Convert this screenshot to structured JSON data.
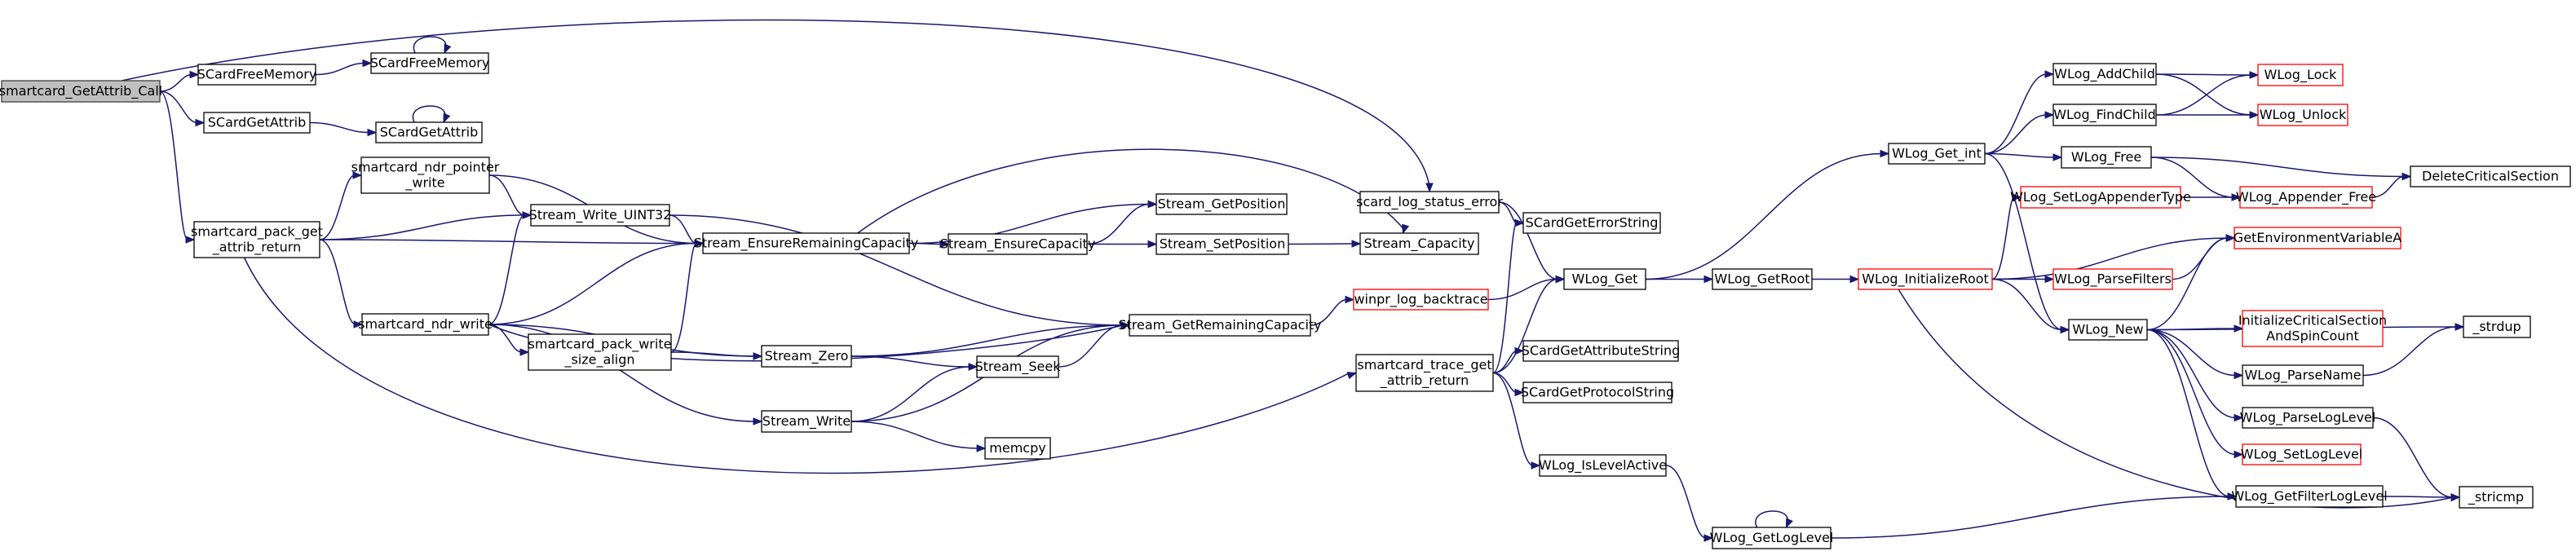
{
  "nodes": {
    "smartcard_GetAttrib_Call": {
      "lines": [
        "smartcard_GetAttrib_Call"
      ]
    },
    "SCardFreeMemory_a": {
      "lines": [
        "SCardFreeMemory"
      ]
    },
    "SCardFreeMemory_b": {
      "lines": [
        "SCardFreeMemory"
      ]
    },
    "SCardGetAttrib_a": {
      "lines": [
        "SCardGetAttrib"
      ]
    },
    "SCardGetAttrib_b": {
      "lines": [
        "SCardGetAttrib"
      ]
    },
    "smartcard_pack_get_attrib_return": {
      "lines": [
        "smartcard_pack_get",
        "_attrib_return"
      ]
    },
    "smartcard_ndr_pointer_write": {
      "lines": [
        "smartcard_ndr_pointer",
        "_write"
      ]
    },
    "Stream_Write_UINT32": {
      "lines": [
        "Stream_Write_UINT32"
      ]
    },
    "smartcard_ndr_write": {
      "lines": [
        "smartcard_ndr_write"
      ]
    },
    "smartcard_pack_write_size_align": {
      "lines": [
        "smartcard_pack_write",
        "_size_align"
      ]
    },
    "Stream_EnsureRemainingCapacity": {
      "lines": [
        "Stream_EnsureRemainingCapacity"
      ]
    },
    "Stream_EnsureCapacity": {
      "lines": [
        "Stream_EnsureCapacity"
      ]
    },
    "Stream_GetPosition": {
      "lines": [
        "Stream_GetPosition"
      ]
    },
    "Stream_SetPosition": {
      "lines": [
        "Stream_SetPosition"
      ]
    },
    "Stream_Zero": {
      "lines": [
        "Stream_Zero"
      ]
    },
    "Stream_Seek": {
      "lines": [
        "Stream_Seek"
      ]
    },
    "Stream_Write": {
      "lines": [
        "Stream_Write"
      ]
    },
    "memcpy": {
      "lines": [
        "memcpy"
      ]
    },
    "Stream_GetRemainingCapacity": {
      "lines": [
        "Stream_GetRemainingCapacity"
      ]
    },
    "Stream_Capacity": {
      "lines": [
        "Stream_Capacity"
      ]
    },
    "scard_log_status_error": {
      "lines": [
        "scard_log_status_error"
      ]
    },
    "winpr_log_backtrace": {
      "lines": [
        "winpr_log_backtrace"
      ]
    },
    "smartcard_trace_get_attrib_return": {
      "lines": [
        "smartcard_trace_get",
        "_attrib_return"
      ]
    },
    "SCardGetErrorString": {
      "lines": [
        "SCardGetErrorString"
      ]
    },
    "SCardGetAttributeString": {
      "lines": [
        "SCardGetAttributeString"
      ]
    },
    "SCardGetProtocolString": {
      "lines": [
        "SCardGetProtocolString"
      ]
    },
    "WLog_IsLevelActive": {
      "lines": [
        "WLog_IsLevelActive"
      ]
    },
    "WLog_GetLogLevel": {
      "lines": [
        "WLog_GetLogLevel"
      ]
    },
    "WLog_Get": {
      "lines": [
        "WLog_Get"
      ]
    },
    "WLog_GetRoot": {
      "lines": [
        "WLog_GetRoot"
      ]
    },
    "WLog_Get_int": {
      "lines": [
        "WLog_Get_int"
      ]
    },
    "WLog_InitializeRoot": {
      "lines": [
        "WLog_InitializeRoot"
      ]
    },
    "WLog_AddChild": {
      "lines": [
        "WLog_AddChild"
      ]
    },
    "WLog_FindChild": {
      "lines": [
        "WLog_FindChild"
      ]
    },
    "WLog_Free": {
      "lines": [
        "WLog_Free"
      ]
    },
    "WLog_SetLogAppenderType": {
      "lines": [
        "WLog_SetLogAppenderType"
      ]
    },
    "WLog_ParseFilters": {
      "lines": [
        "WLog_ParseFilters"
      ]
    },
    "WLog_New": {
      "lines": [
        "WLog_New"
      ]
    },
    "WLog_ParseName": {
      "lines": [
        "WLog_ParseName"
      ]
    },
    "WLog_ParseLogLevel": {
      "lines": [
        "WLog_ParseLogLevel"
      ]
    },
    "WLog_SetLogLevel": {
      "lines": [
        "WLog_SetLogLevel"
      ]
    },
    "WLog_GetFilterLogLevel": {
      "lines": [
        "WLog_GetFilterLogLevel"
      ]
    },
    "WLog_Lock": {
      "lines": [
        "WLog_Lock"
      ]
    },
    "WLog_Unlock": {
      "lines": [
        "WLog_Unlock"
      ]
    },
    "WLog_Appender_Free": {
      "lines": [
        "WLog_Appender_Free"
      ]
    },
    "DeleteCriticalSection": {
      "lines": [
        "DeleteCriticalSection"
      ]
    },
    "GetEnvironmentVariableA": {
      "lines": [
        "GetEnvironmentVariableA"
      ]
    },
    "InitializeCriticalSectionAndSpinCount": {
      "lines": [
        "InitializeCriticalSection",
        "AndSpinCount"
      ]
    },
    "_strdup": {
      "lines": [
        "_strdup"
      ]
    },
    "_stricmp": {
      "lines": [
        "_stricmp"
      ]
    }
  },
  "legend_colors": {
    "edge": "#191970",
    "root_fill": "#bfbfbf",
    "incomplete_border": "#ff0000",
    "node_border": "#000000"
  }
}
